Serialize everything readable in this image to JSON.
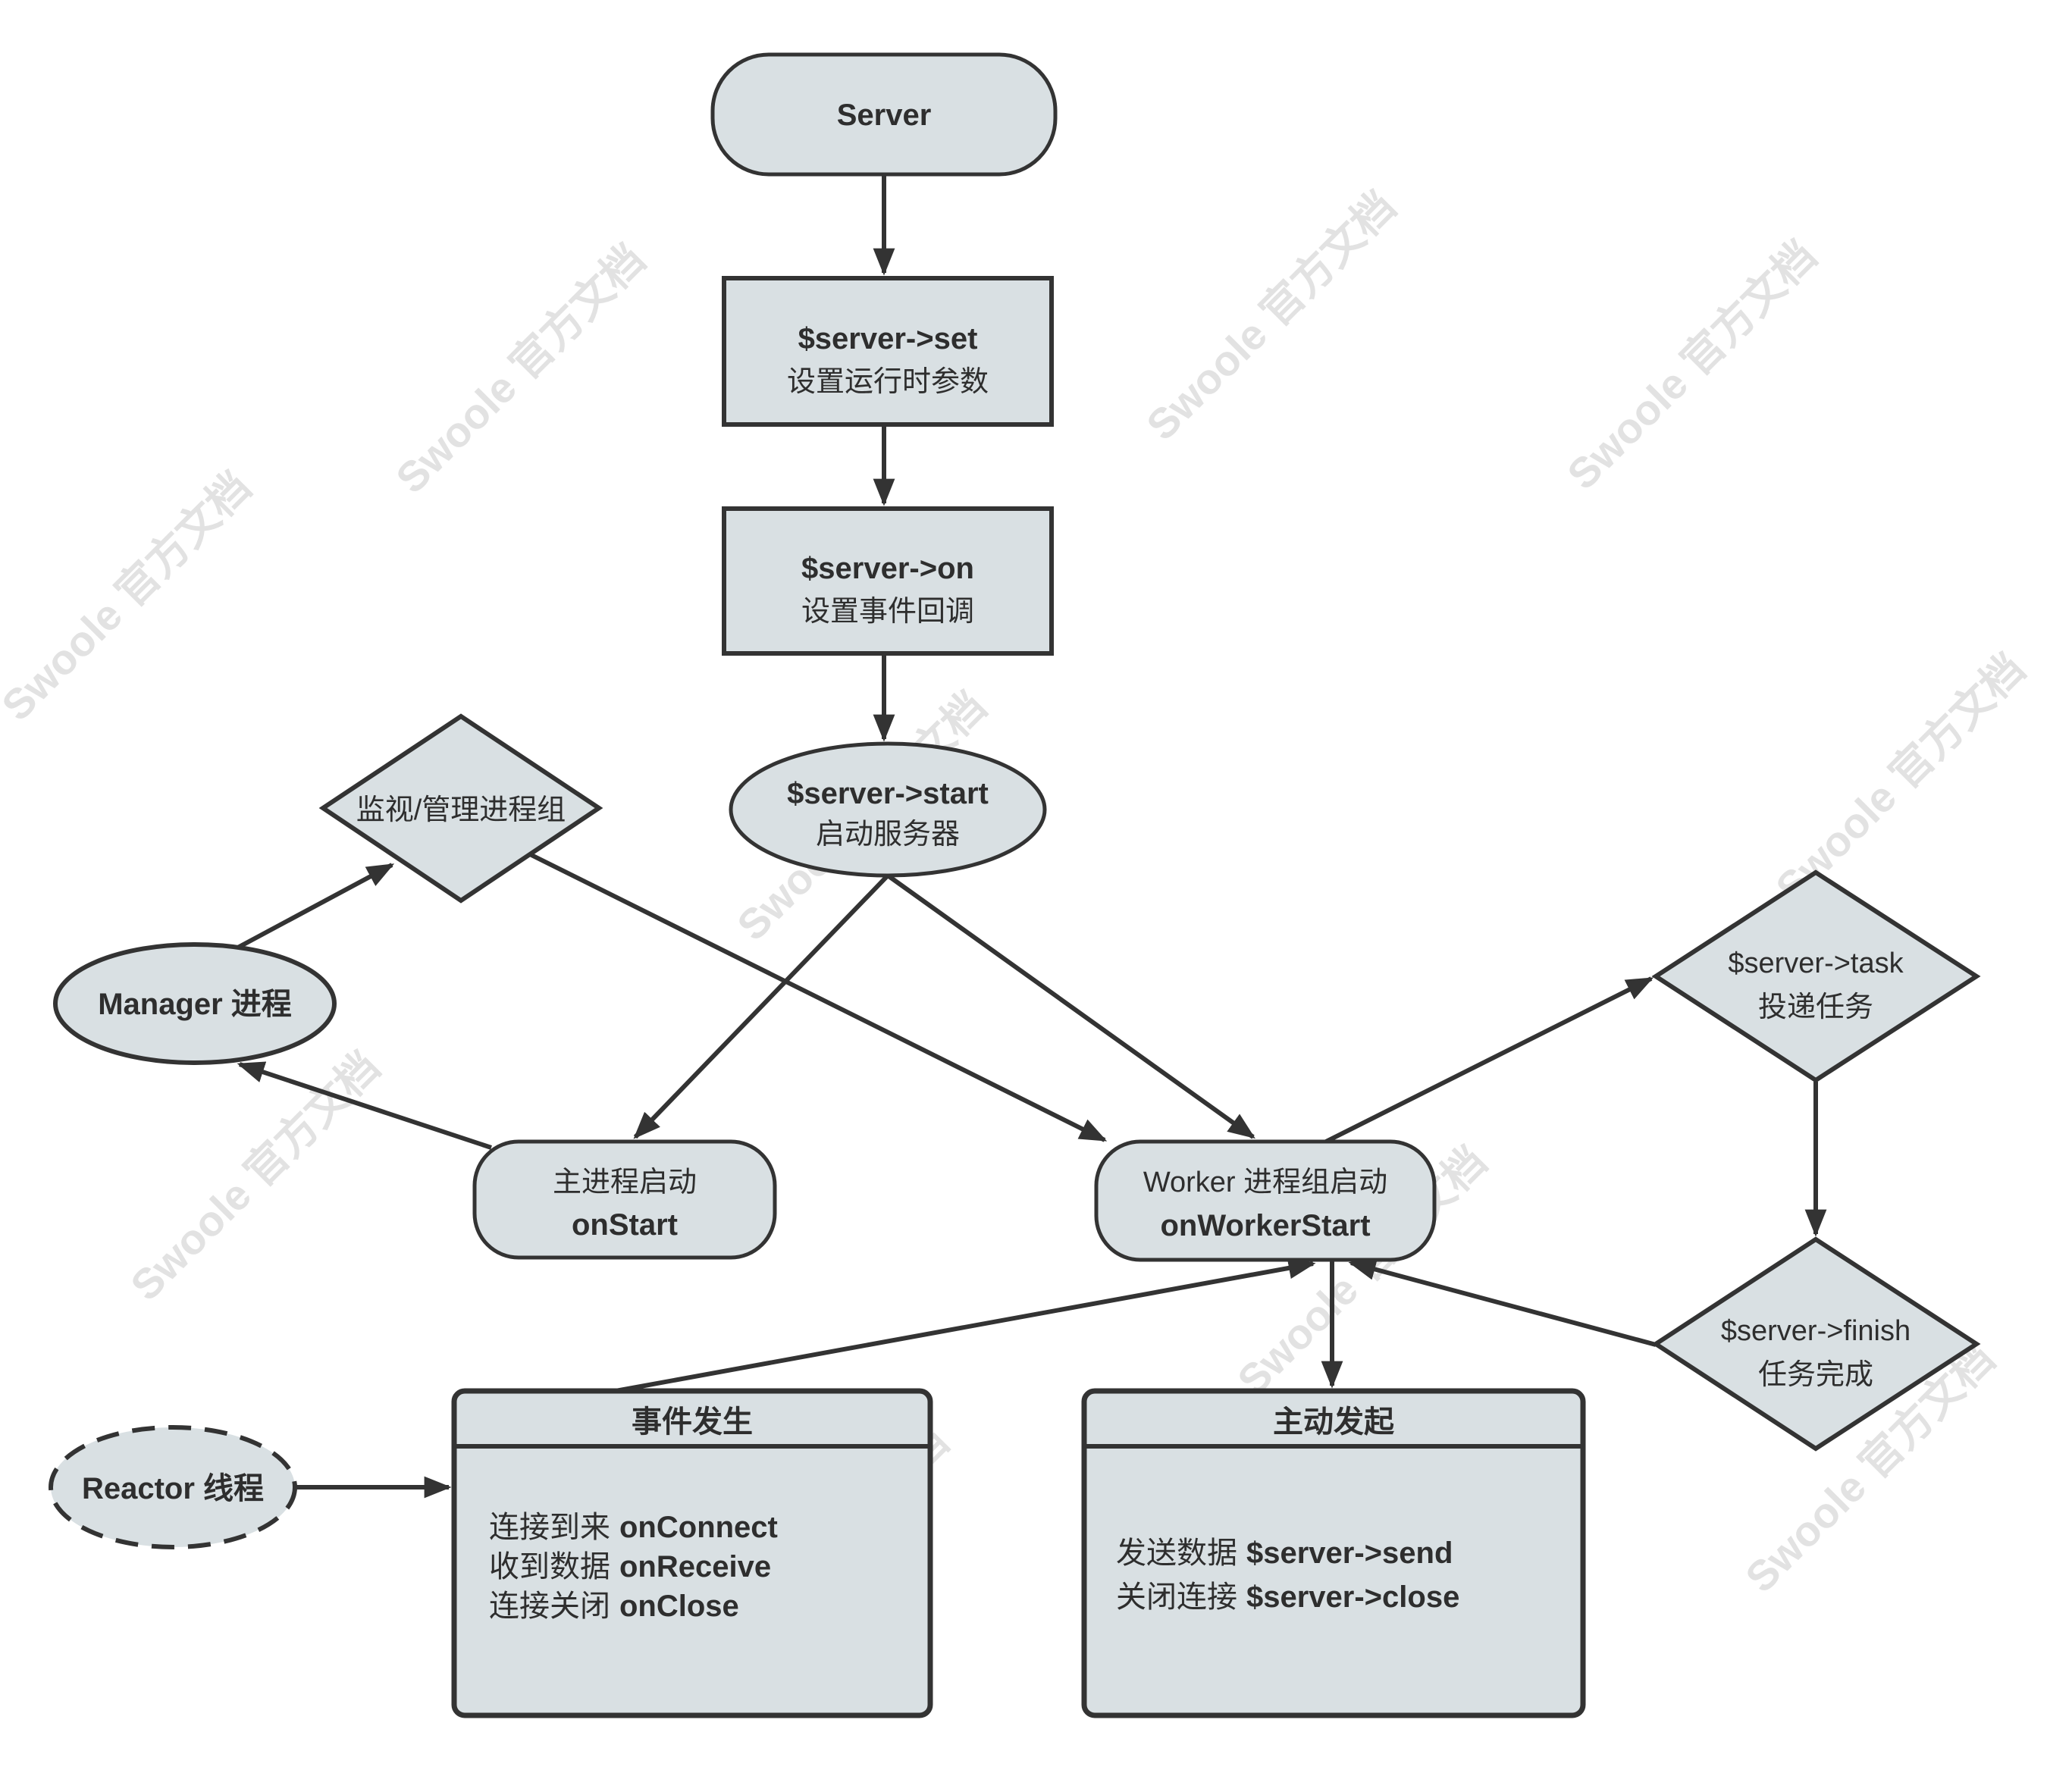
{
  "diagram": {
    "watermark_text": "Swoole 官方文档",
    "colors": {
      "node_fill": "#d9e0e3",
      "stroke": "#333333",
      "text": "#2e2e2e",
      "watermark": "#e2e2e2"
    },
    "nodes": {
      "server": {
        "label": "Server"
      },
      "set": {
        "line1": "$server->set",
        "line2": "设置运行时参数"
      },
      "on": {
        "line1": "$server->on",
        "line2": "设置事件回调"
      },
      "start": {
        "line1": "$server->start",
        "line2": "启动服务器"
      },
      "monitor": {
        "label": "监视/管理进程组"
      },
      "manager": {
        "label": "Manager 进程"
      },
      "onstart": {
        "line1": "主进程启动",
        "line2": "onStart"
      },
      "worker": {
        "line1": "Worker 进程组启动",
        "line2": "onWorkerStart"
      },
      "task": {
        "line1": "$server->task",
        "line2": "投递任务"
      },
      "finish": {
        "line1": "$server->finish",
        "line2": "任务完成"
      },
      "reactor": {
        "label": "Reactor 线程"
      },
      "events": {
        "title": "事件发生",
        "rows": [
          {
            "zh": "连接到来",
            "en": "onConnect"
          },
          {
            "zh": "收到数据",
            "en": "onReceive"
          },
          {
            "zh": "连接关闭",
            "en": "onClose"
          }
        ]
      },
      "initiate": {
        "title": "主动发起",
        "rows": [
          {
            "zh": "发送数据",
            "en": "$server->send"
          },
          {
            "zh": "关闭连接",
            "en": "$server->close"
          }
        ]
      }
    }
  }
}
